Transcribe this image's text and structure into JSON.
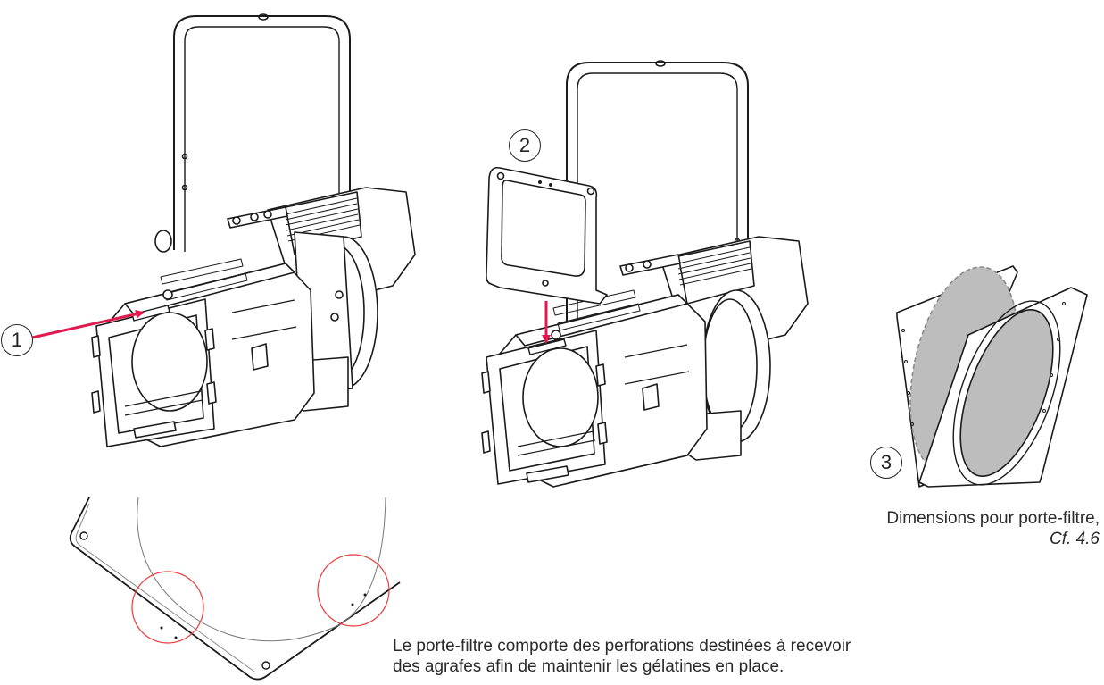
{
  "steps": {
    "step1": "1",
    "step2": "2",
    "step3": "3"
  },
  "captions": {
    "dimensions_line1": "Dimensions pour porte-filtre,",
    "dimensions_ref": "Cf. 4.6",
    "clips_line1": "Le porte-filtre comporte des perforations destinées à recevoir",
    "clips_line2": "des agrafes afin de maintenir les gélatines en place."
  },
  "colors": {
    "arrow": "#e0194f",
    "highlight_circle": "#ee3a3a",
    "line": "#1a1a1a",
    "gel": "#bdbdbd",
    "gel_dashed_outline": "#8a8a8a"
  }
}
